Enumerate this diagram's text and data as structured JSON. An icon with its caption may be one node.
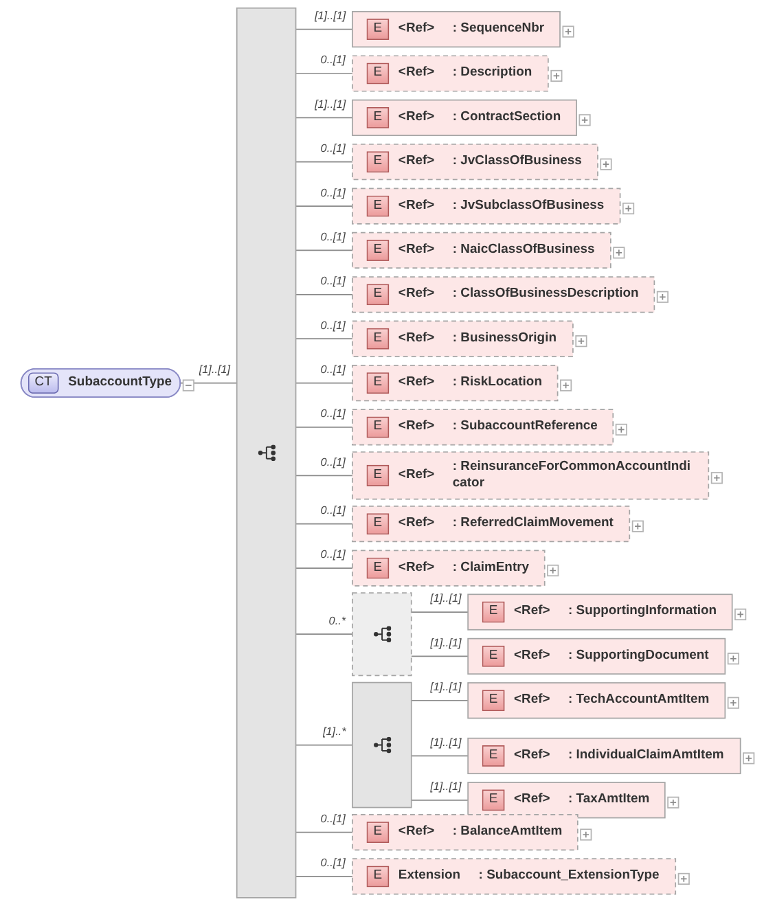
{
  "diagram": {
    "nodes": [
      {
        "text": [
          "CT",
          "SubaccountType"
        ]
      },
      {
        "text": [],
        "shape": "bar"
      },
      {
        "text": [
          "E",
          "<Ref>",
          ": SequenceNbr"
        ]
      },
      {
        "text": [
          "E",
          "<Ref>",
          ": Description"
        ]
      },
      {
        "text": [
          "E",
          "<Ref>",
          ": ContractSection"
        ]
      },
      {
        "text": [
          "E",
          "<Ref>",
          ": JvClassOfBusiness"
        ]
      },
      {
        "text": [
          "E",
          "<Ref>",
          ": JvSubclassOfBusiness"
        ]
      },
      {
        "text": [
          "E",
          "<Ref>",
          ": NaicClassOfBusiness"
        ]
      },
      {
        "text": [
          "E",
          "<Ref>",
          ": ClassOfBusinessDescription"
        ]
      },
      {
        "text": [
          "E",
          "<Ref>",
          ": BusinessOrigin"
        ]
      },
      {
        "text": [
          "E",
          "<Ref>",
          ": RiskLocation"
        ]
      },
      {
        "text": [
          "E",
          "<Ref>",
          ": SubaccountReference"
        ]
      },
      {
        "text": [
          "E",
          "<Ref>",
          ": ReinsuranceForCommonAccountIndicator"
        ]
      },
      {
        "text": [
          "E",
          "<Ref>",
          ": ReferredClaimMovement"
        ]
      },
      {
        "text": [
          "E",
          "<Ref>",
          ": ClaimEntry"
        ]
      },
      {
        "text": [],
        "shape": "box"
      },
      {
        "text": [
          "E",
          "<Ref>",
          ": SupportingInformation"
        ]
      },
      {
        "text": [
          "E",
          "<Ref>",
          ": SupportingDocument"
        ]
      },
      {
        "text": [],
        "shape": "box"
      },
      {
        "text": [
          "E",
          "<Ref>",
          ": TechAccountAmtItem"
        ]
      },
      {
        "text": [
          "E",
          "<Ref>",
          ": IndividualClaimAmtItem"
        ]
      },
      {
        "text": [
          "E",
          "<Ref>",
          ": TaxAmtItem"
        ]
      },
      {
        "text": [
          "E",
          "<Ref>",
          ": BalanceAmtItem"
        ]
      },
      {
        "text": [
          "E",
          "Extension",
          ": Subaccount_ExtensionType"
        ]
      }
    ],
    "edges": [
      {
        "from": 0,
        "to": 1,
        "arrow": "none",
        "label": "[1]..[1]"
      },
      {
        "from": 1,
        "to": 2,
        "arrow": "none",
        "label": "[1]..[1]"
      },
      {
        "from": 1,
        "to": 3,
        "arrow": "none",
        "label": "0..[1]"
      },
      {
        "from": 1,
        "to": 4,
        "arrow": "none",
        "label": "[1]..[1]"
      },
      {
        "from": 1,
        "to": 5,
        "arrow": "none",
        "label": "0..[1]"
      },
      {
        "from": 1,
        "to": 6,
        "arrow": "none",
        "label": "0..[1]"
      },
      {
        "from": 1,
        "to": 7,
        "arrow": "none",
        "label": "0..[1]"
      },
      {
        "from": 1,
        "to": 8,
        "arrow": "none",
        "label": "0..[1]"
      },
      {
        "from": 1,
        "to": 9,
        "arrow": "none",
        "label": "0..[1]"
      },
      {
        "from": 1,
        "to": 10,
        "arrow": "none",
        "label": "0..[1]"
      },
      {
        "from": 1,
        "to": 11,
        "arrow": "none",
        "label": "0..[1]"
      },
      {
        "from": 1,
        "to": 12,
        "arrow": "none",
        "label": "0..[1]"
      },
      {
        "from": 1,
        "to": 13,
        "arrow": "none",
        "label": "0..[1]"
      },
      {
        "from": 1,
        "to": 14,
        "arrow": "none",
        "label": "0..[1]"
      },
      {
        "from": 1,
        "to": 15,
        "arrow": "none",
        "label": "0..*"
      },
      {
        "from": 15,
        "to": 16,
        "arrow": "none",
        "label": "[1]..[1]"
      },
      {
        "from": 15,
        "to": 17,
        "arrow": "none",
        "label": "[1]..[1]"
      },
      {
        "from": 1,
        "to": 18,
        "arrow": "none",
        "label": "[1]..*"
      },
      {
        "from": 18,
        "to": 19,
        "arrow": "none",
        "label": "[1]..[1]"
      },
      {
        "from": 18,
        "to": 20,
        "arrow": "none",
        "label": "[1]..[1]"
      },
      {
        "from": 18,
        "to": 21,
        "arrow": "none",
        "label": "[1]..[1]"
      },
      {
        "from": 1,
        "to": 22,
        "arrow": "none",
        "label": "0..[1]"
      },
      {
        "from": 1,
        "to": 23,
        "arrow": "none",
        "label": "0..[1]"
      }
    ]
  }
}
